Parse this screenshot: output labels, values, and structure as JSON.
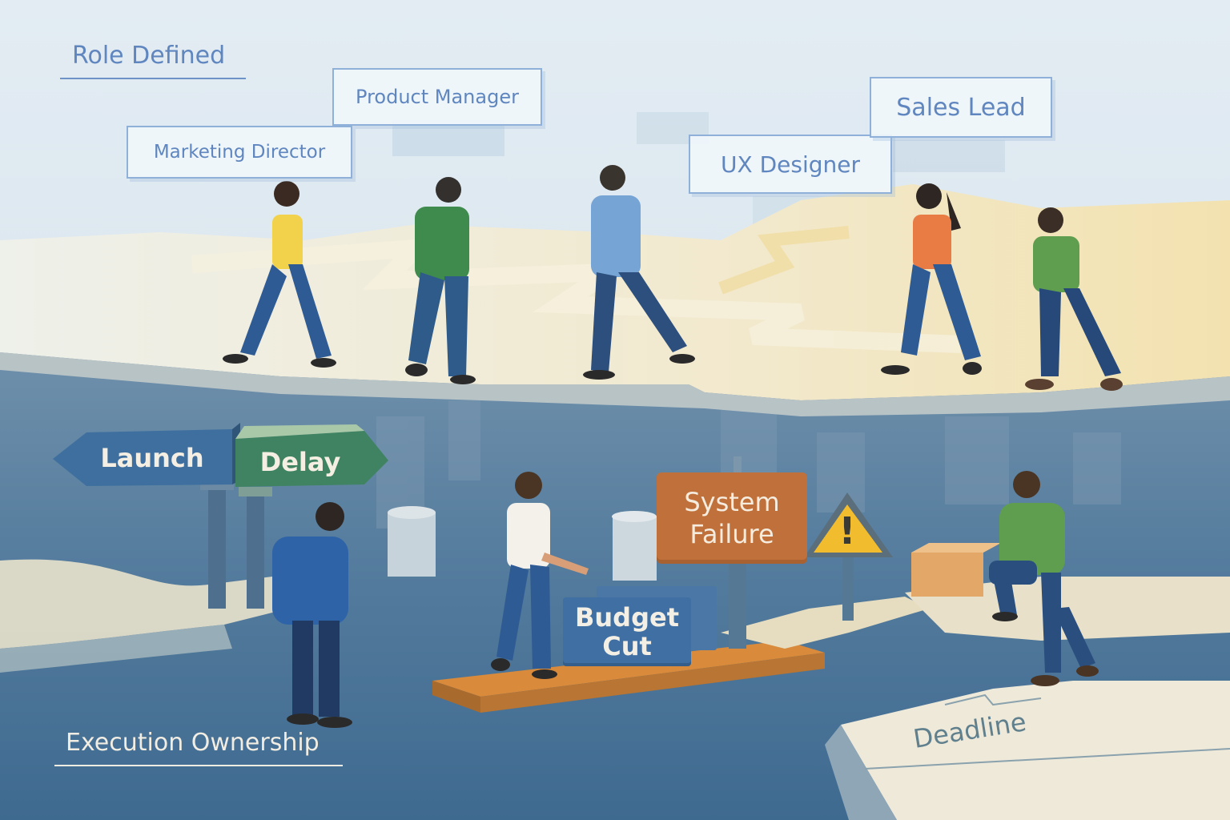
{
  "scene": {
    "top_section": {
      "heading": "Role Defined",
      "role_cards": [
        {
          "label": "Product Manager"
        },
        {
          "label": "Marketing Director"
        },
        {
          "label": "UX Designer"
        },
        {
          "label": "Sales Lead"
        }
      ]
    },
    "bottom_section": {
      "heading": "Execution Ownership",
      "signposts": [
        {
          "label": "Launch",
          "color": "#3e6f9f",
          "direction": "left"
        },
        {
          "label": "Delay",
          "color": "#3f8362",
          "direction": "right"
        }
      ],
      "obstacles": {
        "budget_line1": "Budget",
        "budget_line2": "Cut",
        "system_line1": "System",
        "system_line2": "Failure",
        "warning_symbol": "!",
        "deadline": "Deadline"
      }
    },
    "colors": {
      "sky": "#dce7ef",
      "chasm": "#4b7296",
      "path": "#f1e8cf",
      "role_text": "#5f86bf",
      "warning": "#f2bc2f",
      "plank": "#d98a3a"
    }
  }
}
